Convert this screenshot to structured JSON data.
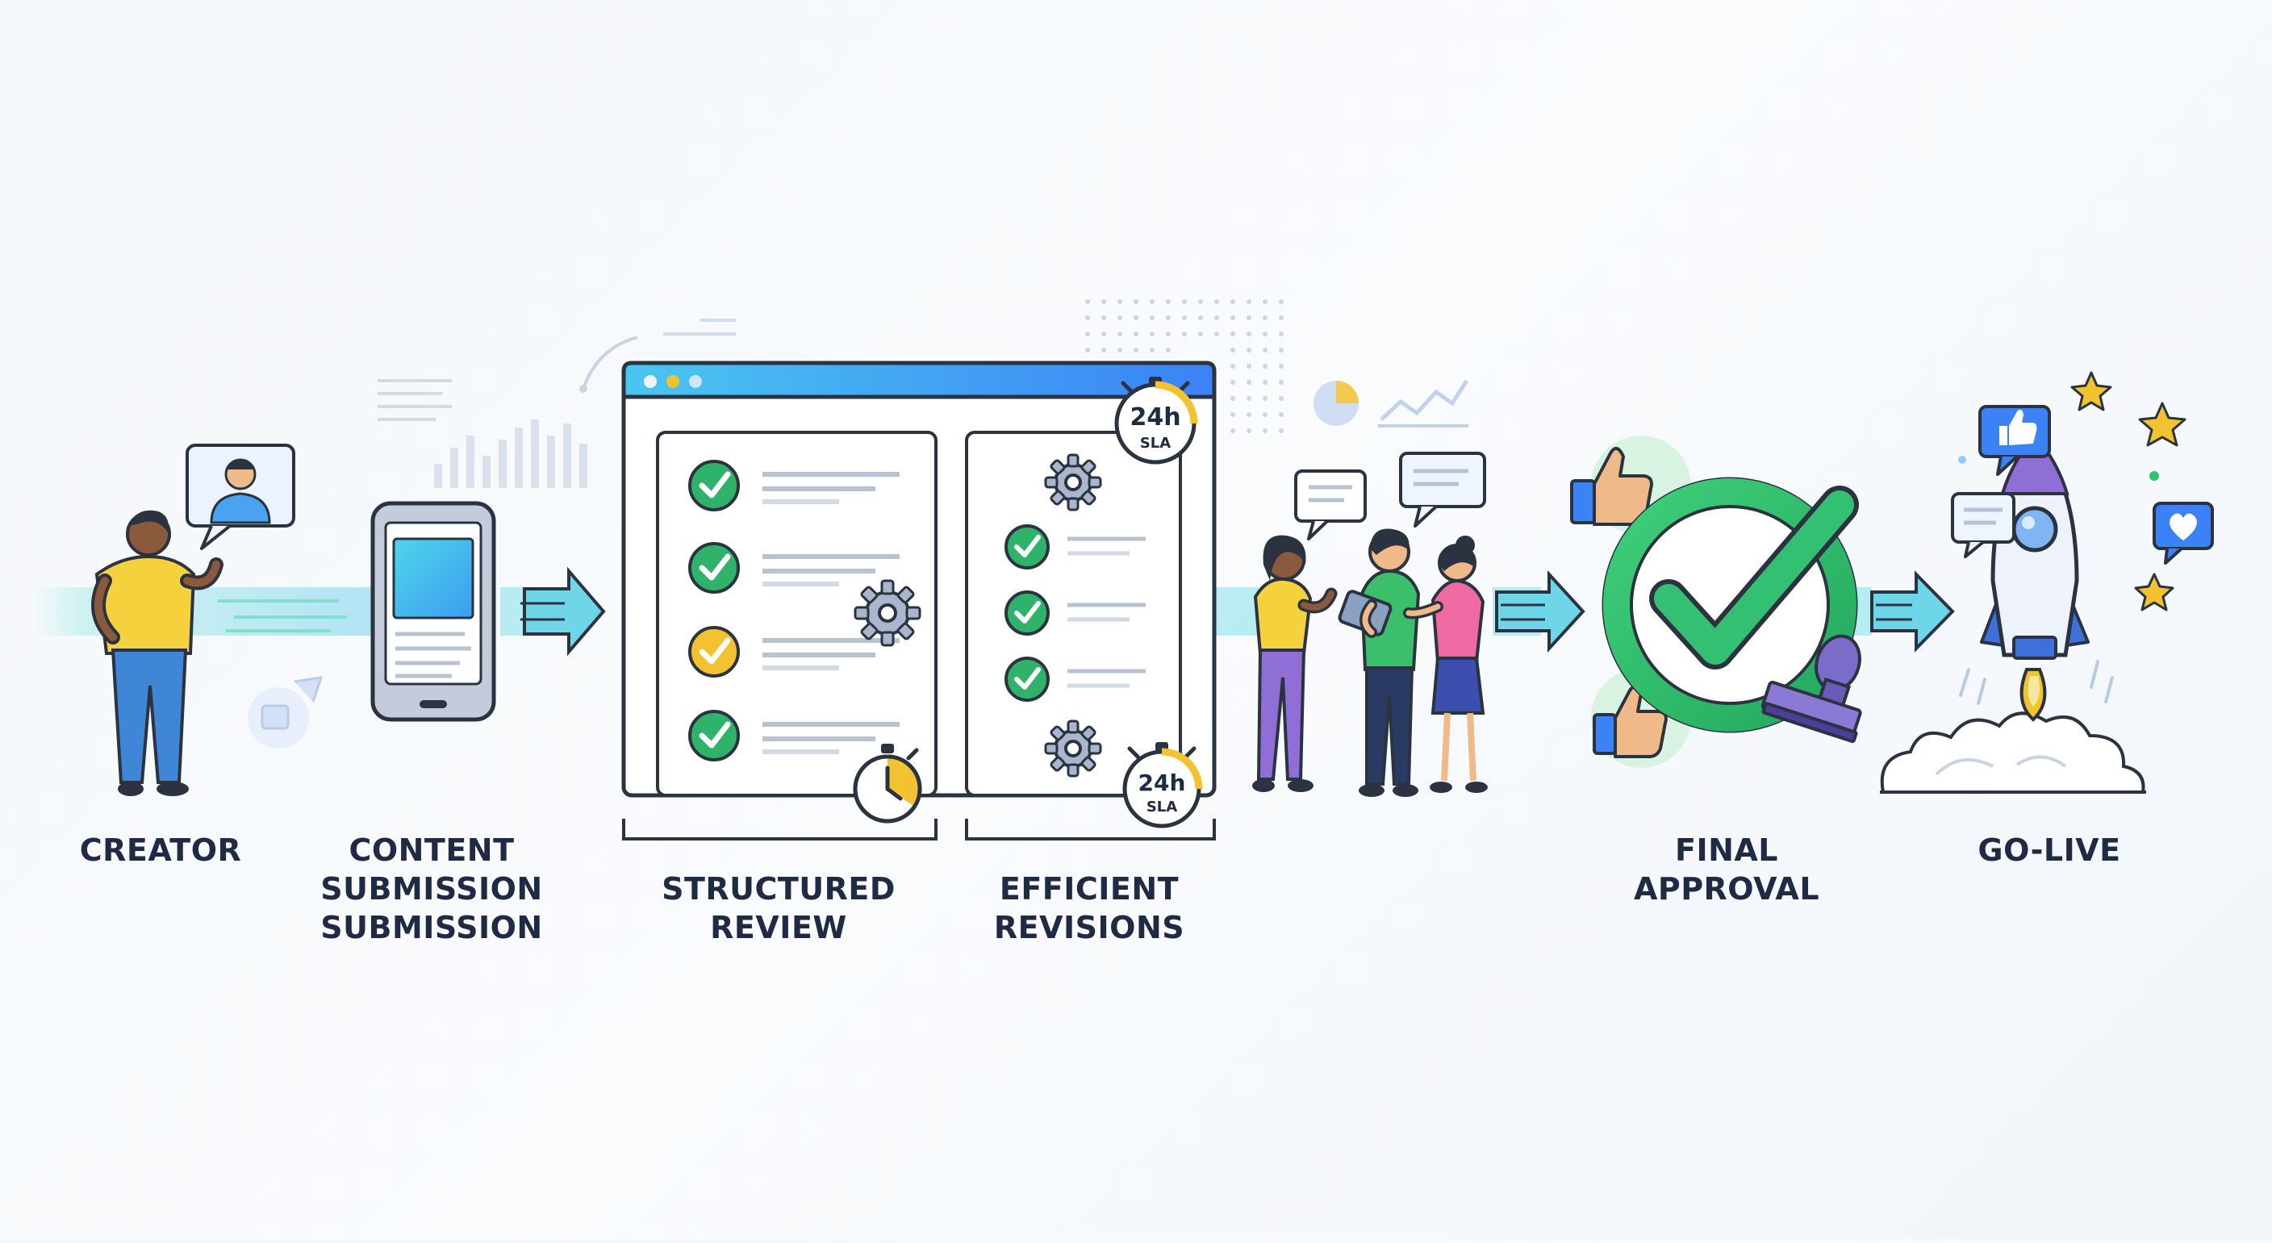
{
  "steps": [
    {
      "id": "creator",
      "lines": [
        "CREATOR"
      ]
    },
    {
      "id": "submission",
      "lines": [
        "CONTENT",
        "SUBMISSION",
        "SUBMISSION"
      ]
    },
    {
      "id": "review",
      "lines": [
        "STRUCTURED",
        "REVIEW"
      ]
    },
    {
      "id": "revisions",
      "lines": [
        "EFFICIENT",
        "REVISIONS"
      ]
    },
    {
      "id": "approval",
      "lines": [
        "FINAL",
        "APPROVAL"
      ]
    },
    {
      "id": "golive",
      "lines": [
        "GO-LIVE"
      ]
    }
  ],
  "sla_badges": [
    {
      "hours": "24h",
      "label": "SLA"
    },
    {
      "hours": "24h",
      "label": "SLA"
    }
  ],
  "colors": {
    "flow": "#4fd1e8",
    "check_green": "#2fb36b",
    "check_yellow": "#f2c230",
    "outline": "#2b3340",
    "accent_blue": "#3b82f6",
    "purple": "#7b6cc9"
  }
}
